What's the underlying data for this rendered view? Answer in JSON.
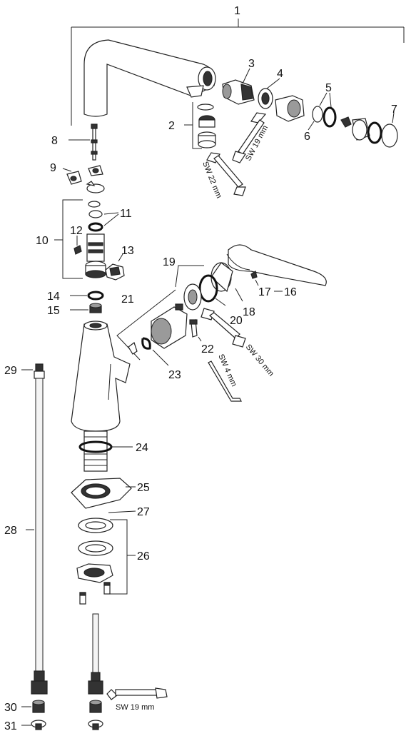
{
  "callouts": {
    "c1": "1",
    "c2": "2",
    "c3": "3",
    "c4": "4",
    "c5": "5",
    "c6": "6",
    "c7": "7",
    "c8": "8",
    "c9": "9",
    "c10": "10",
    "c11": "11",
    "c12": "12",
    "c13": "13",
    "c14": "14",
    "c15": "15",
    "c16": "16",
    "c17": "17",
    "c18": "18",
    "c19": "19",
    "c20": "20",
    "c21": "21",
    "c22": "22",
    "c23": "23",
    "c24": "24",
    "c25": "25",
    "c26": "26",
    "c27": "27",
    "c28": "28",
    "c29": "29",
    "c30": "30",
    "c31": "31"
  },
  "wrench_labels": {
    "sw19_top": "SW 19 mm",
    "sw22": "SW 22 mm",
    "sw30": "SW 30 mm",
    "sw4": "SW 4 mm",
    "sw19_bottom": "SW 19 mm"
  }
}
